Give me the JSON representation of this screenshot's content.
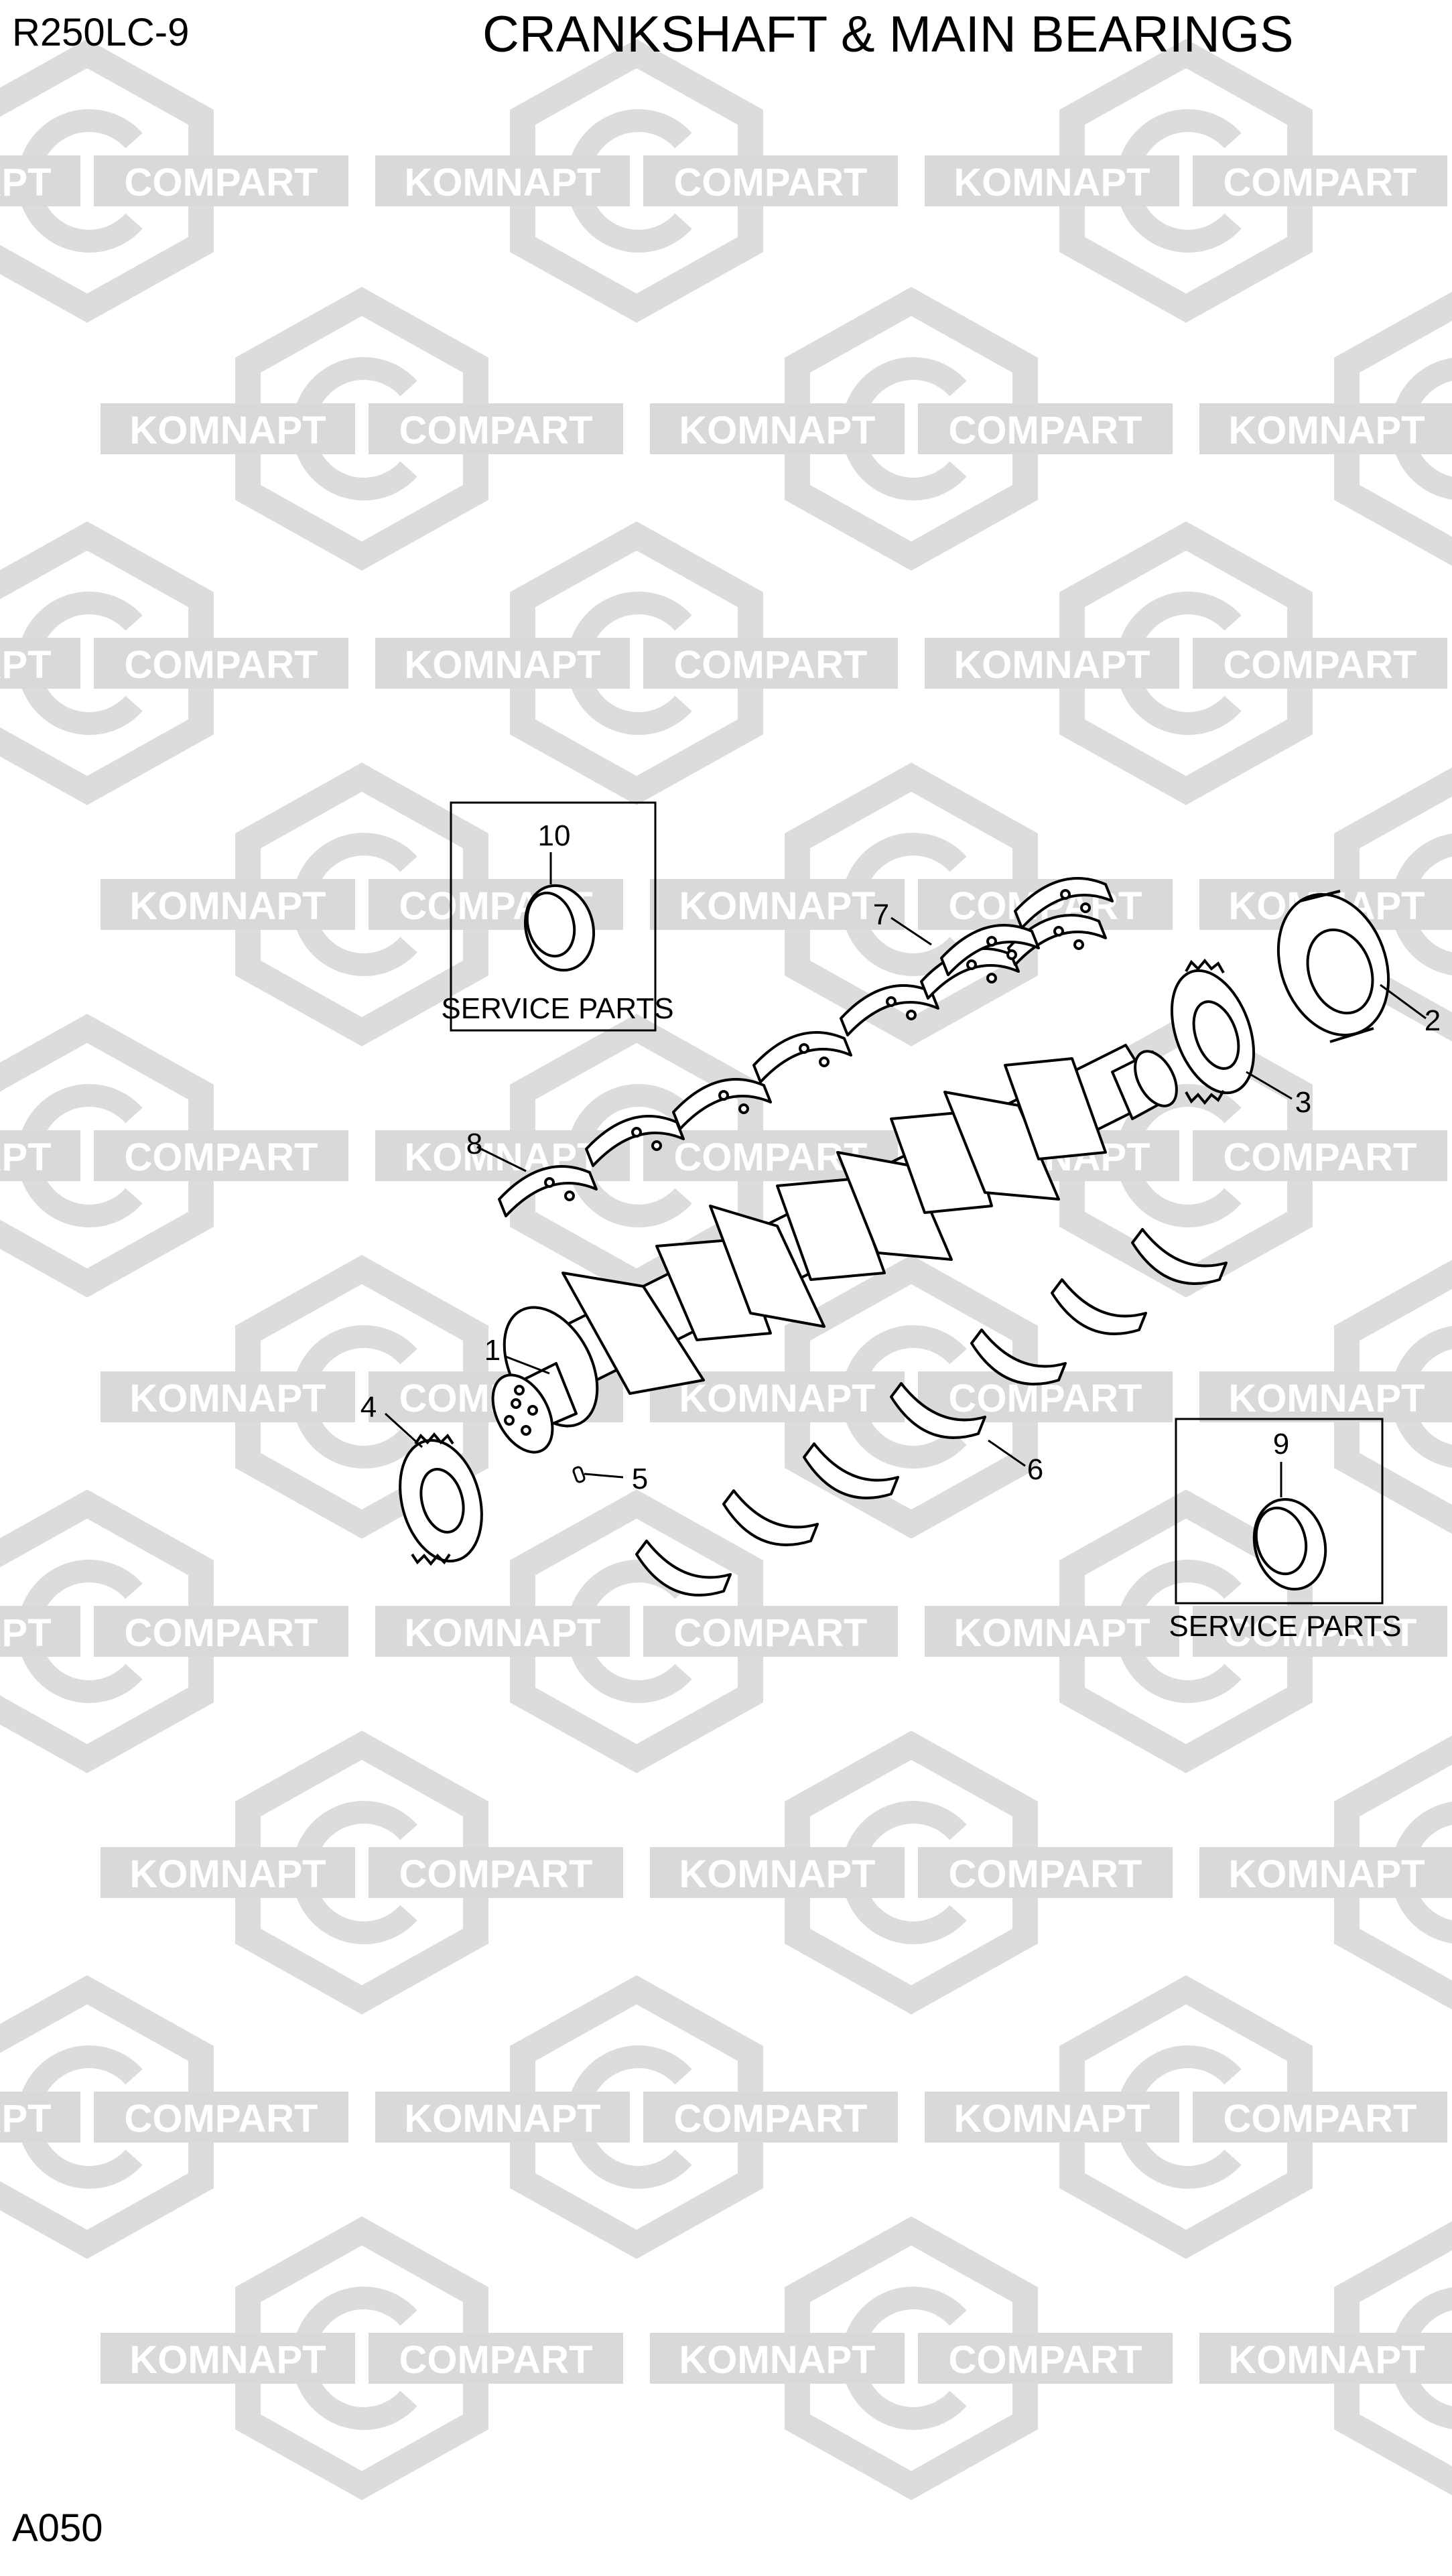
{
  "header": {
    "model": "R250LC-9",
    "title": "CRANKSHAFT & MAIN BEARINGS"
  },
  "footer": {
    "page_code": "A050"
  },
  "watermark": {
    "left_text": "KOMNAPT",
    "right_text": "COMPART",
    "color": "#d9d9d9"
  },
  "callouts": [
    "1",
    "2",
    "3",
    "4",
    "5",
    "6",
    "7",
    "8",
    "9",
    "10"
  ],
  "service_boxes": {
    "box_10": {
      "number": "10",
      "label": "SERVICE PARTS"
    },
    "box_9": {
      "number": "9",
      "label": "SERVICE PARTS"
    }
  },
  "colors": {
    "line": "#000000",
    "background": "#ffffff"
  }
}
